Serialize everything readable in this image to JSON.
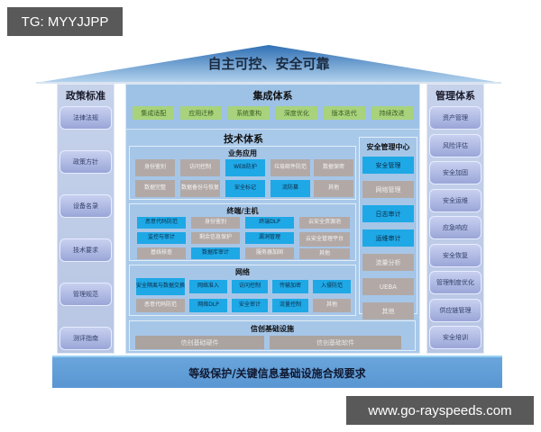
{
  "watermarks": {
    "top_left": "TG: MYYJJPP",
    "bottom_right": "www.go-rayspeeds.com"
  },
  "roof": {
    "title": "自主可控、安全可靠"
  },
  "left_column": {
    "title": "政策标准",
    "items": [
      "法律法规",
      "政策方针",
      "设备名录",
      "技术要求",
      "管理规范",
      "测评指南"
    ]
  },
  "right_column": {
    "title": "管理体系",
    "items": [
      "资产管理",
      "风险评估",
      "安全加固",
      "安全运维",
      "应急响应",
      "安全恢复",
      "管理制度优化",
      "供应链管理",
      "安全培训"
    ]
  },
  "integration": {
    "title": "集成体系",
    "items": [
      "集成适配",
      "应用迁移",
      "系统重构",
      "深度优化",
      "版本迭代",
      "持续改进"
    ]
  },
  "tech": {
    "title": "技术体系",
    "business": {
      "title": "业务应用",
      "cells": [
        {
          "label": "身份鉴别",
          "style": "gray"
        },
        {
          "label": "访问控制",
          "style": "gray"
        },
        {
          "label": "WEB防护",
          "style": "blue"
        },
        {
          "label": "垃圾邮件防范",
          "style": "gray"
        },
        {
          "label": "数据保密",
          "style": "gray"
        },
        {
          "label": "数据完整",
          "style": "gray"
        },
        {
          "label": "数据备份与恢复",
          "style": "gray"
        },
        {
          "label": "安全标记",
          "style": "blue"
        },
        {
          "label": "流防篡",
          "style": "blue"
        },
        {
          "label": "其他",
          "style": "gray"
        }
      ]
    },
    "terminal": {
      "title": "终端/主机",
      "cells": [
        {
          "label": "恶意代码防范",
          "style": "blue"
        },
        {
          "label": "身份鉴别",
          "style": "gray"
        },
        {
          "label": "终端DLP",
          "style": "blue"
        },
        {
          "label": "云安全资源池",
          "style": "gray"
        },
        {
          "label": "监控与审计",
          "style": "blue"
        },
        {
          "label": "剩余信息保护",
          "style": "gray"
        },
        {
          "label": "漏洞管理",
          "style": "blue"
        },
        {
          "label": "云安全管理平台",
          "style": "gray"
        },
        {
          "label": "基线核查",
          "style": "gray"
        },
        {
          "label": "数据库审计",
          "style": "blue"
        },
        {
          "label": "服务器加固",
          "style": "gray"
        },
        {
          "label": "其他",
          "style": "gray"
        }
      ]
    },
    "network": {
      "title": "网络",
      "cells": [
        {
          "label": "安全隔离与数据交换",
          "style": "blue"
        },
        {
          "label": "网络准入",
          "style": "blue"
        },
        {
          "label": "访问控制",
          "style": "blue"
        },
        {
          "label": "传输加密",
          "style": "blue"
        },
        {
          "label": "入侵防范",
          "style": "blue"
        },
        {
          "label": "恶意代码防范",
          "style": "gray"
        },
        {
          "label": "网络DLP",
          "style": "blue"
        },
        {
          "label": "安全审计",
          "style": "blue"
        },
        {
          "label": "流量控制",
          "style": "blue"
        },
        {
          "label": "其他",
          "style": "gray"
        }
      ]
    },
    "security_center": {
      "title": "安全管理中心",
      "cells": [
        {
          "label": "安全管理",
          "style": "blue"
        },
        {
          "label": "网络管理",
          "style": "gray"
        },
        {
          "label": "日志审计",
          "style": "blue"
        },
        {
          "label": "运维审计",
          "style": "blue"
        },
        {
          "label": "流量分析",
          "style": "gray"
        },
        {
          "label": "UEBA",
          "style": "gray"
        },
        {
          "label": "其他",
          "style": "gray"
        }
      ]
    }
  },
  "infrastructure": {
    "title": "信创基础设施",
    "items": [
      "信创基础硬件",
      "信创基础软件"
    ]
  },
  "foundation": {
    "title": "等级保护/关键信息基础设施合规要求"
  },
  "colors": {
    "blue_cell": "#1ea8e6",
    "gray_cell": "#b2a9a6",
    "green_cell": "#a8d37c",
    "panel": "#a9c9ea",
    "side_item": "#a8b2e0",
    "base": "#5f9ed6"
  }
}
